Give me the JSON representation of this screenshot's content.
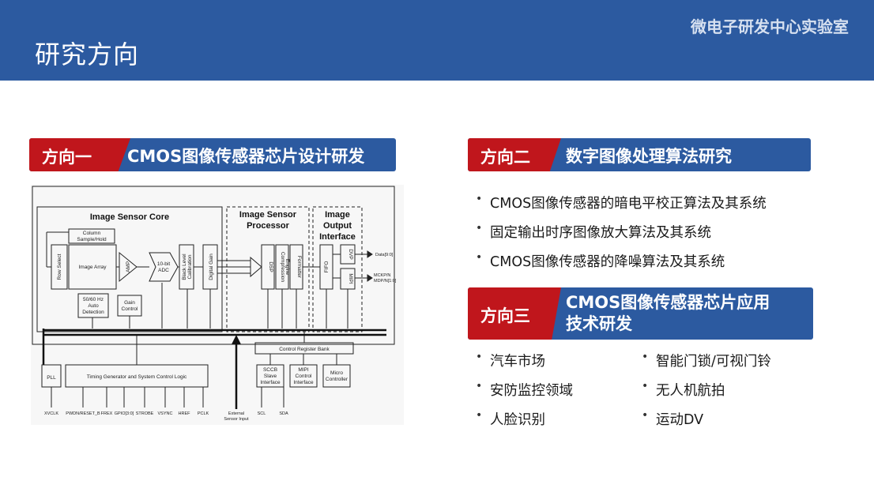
{
  "header": {
    "title": "研究方向",
    "lab": "微电子研发中心实验室",
    "color": "#2c5aa0"
  },
  "section1": {
    "tag": "方向一",
    "title": "CMOS图像传感器芯片设计研发"
  },
  "section2": {
    "tag": "方向二",
    "title": "数字图像处理算法研究",
    "items": [
      "CMOS图像传感器的暗电平校正算法及其系统",
      "固定输出时序图像放大算法及其系统",
      "CMOS图像传感器的降噪算法及其系统"
    ]
  },
  "section3": {
    "tag": "方向三",
    "title_line1": "CMOS图像传感器芯片应用",
    "title_line2": "技术研发",
    "items_left": [
      "汽车市场",
      "安防监控领域",
      "人脸识别"
    ],
    "items_right": [
      "智能门锁/可视门铃",
      "无人机航拍",
      "运动DV"
    ]
  },
  "diagram": {
    "core_title": "Image Sensor Core",
    "processor_title": [
      "Image Sensor",
      "Processor"
    ],
    "output_title": [
      "Image",
      "Output",
      "Interface"
    ],
    "column_sample": [
      "Column",
      "Sample/Hold"
    ],
    "row_select": "Row Select",
    "image_array": "Image Array",
    "amp": "AMP",
    "adc": [
      "10-bit",
      "ADC"
    ],
    "black_level": [
      "Black Level",
      "Calibration"
    ],
    "digital_gain": "Digital Gain",
    "auto_detect": [
      "50/60 Hz",
      "Auto",
      "Detection"
    ],
    "gain_control": [
      "Gain",
      "Control"
    ],
    "dsp": "DSP",
    "compression": [
      "Compression",
      "Engine"
    ],
    "formatter": "Formatter",
    "fifo": "FIFO",
    "dvp": "DVP",
    "mipi": "MIPI",
    "data_out": "Data[9:0]",
    "mipi_out": [
      "MCKP/N",
      "MDP/N[1:0]"
    ],
    "pll": "PLL",
    "timing": "Timing Generator and System Control Logic",
    "control_bank": "Control Register Bank",
    "sccb": [
      "SCCB",
      "Slave",
      "Interface"
    ],
    "mipi_ctrl": [
      "MIPI",
      "Control",
      "Interface"
    ],
    "micro": [
      "Micro",
      "Controller"
    ],
    "pins": [
      "XVCLK",
      "PWDN/RESET_B",
      "FREX",
      "GPIO[3:0]",
      "STROBE",
      "VSYNC",
      "HREF",
      "PCLK",
      "SCL",
      "SDA"
    ],
    "ext_input": [
      "External",
      "Sensor Input"
    ]
  }
}
